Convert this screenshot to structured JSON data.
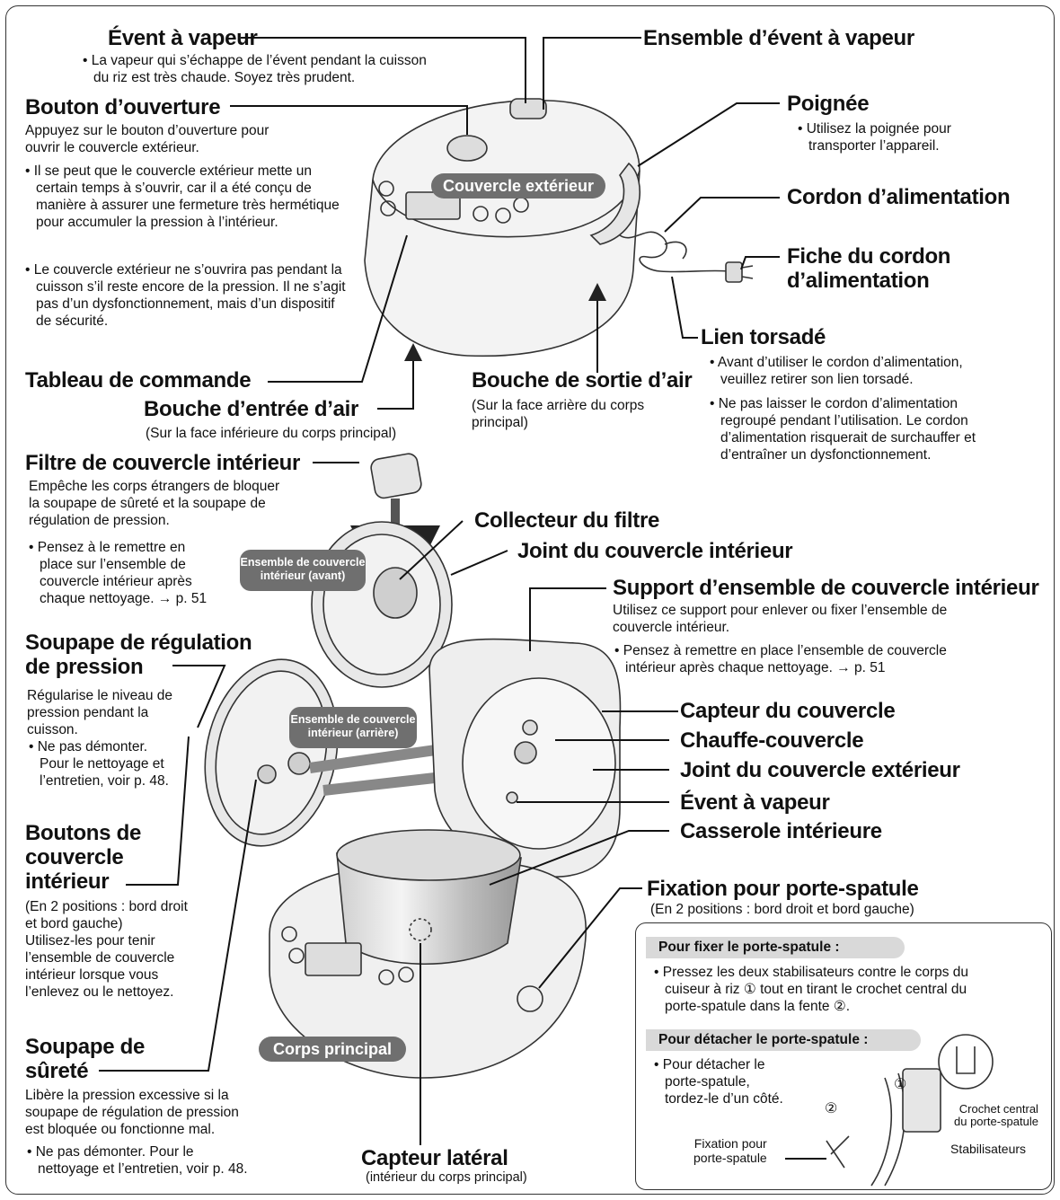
{
  "labels": {
    "event_vapeur_top": "Évent à vapeur",
    "event_vapeur_top_desc": [
      "La vapeur qui s’échappe de l’évent pendant la cuisson",
      "du riz est très chaude. Soyez très prudent."
    ],
    "ensemble_event": "Ensemble d’évent à vapeur",
    "bouton_ouverture": "Bouton d’ouverture",
    "bouton_ouverture_desc": [
      "Appuyez sur le bouton d’ouverture pour",
      "ouvrir le couvercle extérieur."
    ],
    "bouton_ouverture_b1": "Il se peut que le couvercle extérieur mette un certain temps à s’ouvrir, car il a été conçu de manière à assurer une fermeture très hermétique pour accumuler la pression à l’intérieur.",
    "bouton_ouverture_b2": "Le couvercle extérieur ne s’ouvrira pas pendant la cuisson s’il reste encore de la pression. Il ne s’agit pas d’un dysfonctionnement, mais d’un dispositif de sécurité.",
    "poignee": "Poignée",
    "poignee_desc": [
      "Utilisez la poignée pour",
      "transporter l’appareil."
    ],
    "couvercle_exterieur": "Couvercle extérieur",
    "cordon": "Cordon d’alimentation",
    "fiche": [
      "Fiche du cordon",
      "d’alimentation"
    ],
    "lien": "Lien torsadé",
    "lien_b1": [
      "Avant d’utiliser le cordon d’alimentation,",
      "veuillez retirer son lien torsadé."
    ],
    "lien_b2": [
      "Ne pas laisser le cordon d’alimentation",
      "regroupé pendant l’utilisation. Le cordon",
      "d’alimentation risquerait de surchauffer et",
      "d’entraîner un dysfonctionnement."
    ],
    "tableau": "Tableau de commande",
    "bouche_entree": "Bouche d’entrée d’air",
    "bouche_entree_desc": "(Sur la face inférieure du corps principal)",
    "bouche_sortie": "Bouche de sortie d’air",
    "bouche_sortie_desc": [
      "(Sur la face arrière du corps",
      "principal)"
    ],
    "filtre": "Filtre de couvercle intérieur",
    "filtre_desc": [
      "Empêche les corps étrangers de bloquer",
      "la soupape de sûreté et la soupape de",
      "régulation de pression."
    ],
    "filtre_b1": [
      "Pensez à le remettre en",
      "place sur l’ensemble de",
      "couvercle intérieur après",
      "chaque nettoyage. → p. 51"
    ],
    "collecteur": "Collecteur du filtre",
    "joint_interieur": "Joint du couvercle intérieur",
    "ensemble_avant": [
      "Ensemble de couvercle",
      "intérieur (avant)"
    ],
    "support": "Support d’ensemble de couvercle intérieur",
    "support_desc": [
      "Utilisez ce support pour enlever ou fixer l’ensemble de",
      "couvercle intérieur."
    ],
    "support_b1": [
      "Pensez à remettre en place l’ensemble de couvercle",
      "intérieur après chaque nettoyage. → p. 51"
    ],
    "soupape_regulation": [
      "Soupape de régulation",
      "de pression"
    ],
    "soupape_regulation_desc": [
      "Régularise le niveau de",
      "pression pendant la",
      "cuisson."
    ],
    "soupape_regulation_b1": [
      "Ne pas démonter.",
      "Pour le nettoyage et",
      "l’entretien, voir p. 48."
    ],
    "ensemble_arriere": [
      "Ensemble de couvercle",
      "intérieur (arrière)"
    ],
    "capteur_couvercle": "Capteur du couvercle",
    "chauffe": "Chauffe-couvercle",
    "joint_exterieur": "Joint du couvercle extérieur",
    "event_vapeur_2": "Évent à vapeur",
    "casserole": "Casserole intérieure",
    "boutons": [
      "Boutons de",
      "couvercle",
      "intérieur"
    ],
    "boutons_desc": [
      "(En 2 positions : bord droit",
      "et bord gauche)",
      "Utilisez-les pour tenir",
      "l’ensemble de couvercle",
      "intérieur lorsque vous",
      "l’enlevez ou le nettoyez."
    ],
    "fixation": "Fixation pour porte-spatule",
    "fixation_desc": "(En 2 positions : bord droit et bord gauche)",
    "pour_fixer": "Pour fixer le porte-spatule :",
    "pour_fixer_b1": [
      "Pressez les deux stabilisateurs contre le corps du",
      "cuiseur à riz ① tout en tirant le crochet central du",
      "porte-spatule dans la fente ②."
    ],
    "pour_detacher": "Pour détacher le porte-spatule :",
    "pour_detacher_b1": [
      "Pour détacher le",
      "porte-spatule,",
      "tordez-le d’un côté."
    ],
    "crochet": [
      "Crochet central",
      "du porte-spatule"
    ],
    "stabilisateurs": "Stabilisateurs",
    "fixation_small": [
      "Fixation pour",
      "porte-spatule"
    ],
    "circled_1": "①",
    "circled_2": "②",
    "soupape_surete": [
      "Soupape de",
      "sûreté"
    ],
    "soupape_surete_desc": [
      "Libère la pression excessive si la",
      "soupape de régulation de pression",
      "est bloquée ou fonctionne mal."
    ],
    "soupape_surete_b1": [
      "Ne pas démonter. Pour le",
      "nettoyage et l’entretien, voir p. 48."
    ],
    "corps_principal": "Corps principal",
    "capteur_lateral": "Capteur latéral",
    "capteur_lateral_desc": "(intérieur du corps principal)"
  }
}
